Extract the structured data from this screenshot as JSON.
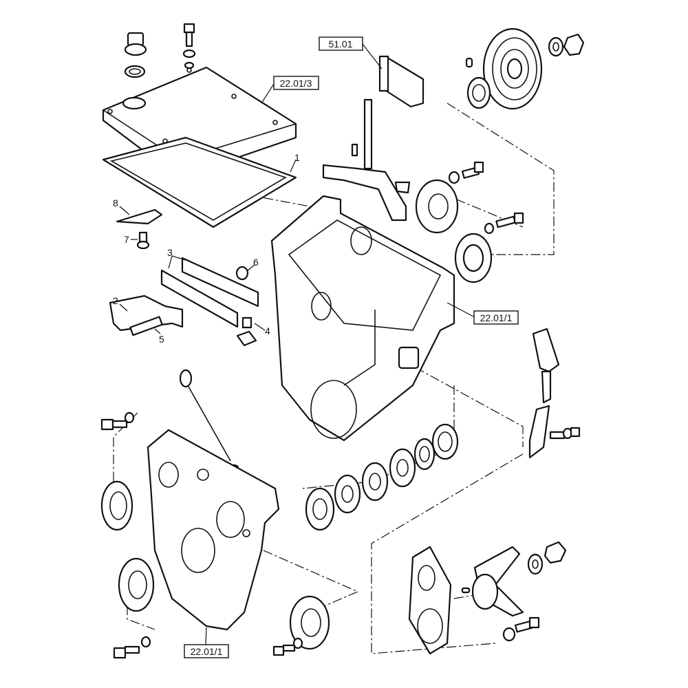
{
  "diagram": {
    "refs": {
      "ref_51_01": "51.01",
      "ref_22_01_3": "22.01/3",
      "ref_22_01_1_right": "22.01/1",
      "ref_22_01_1_bottom": "22.01/1"
    },
    "callouts": [
      "1",
      "2",
      "3",
      "4",
      "5",
      "6",
      "7",
      "8"
    ]
  }
}
